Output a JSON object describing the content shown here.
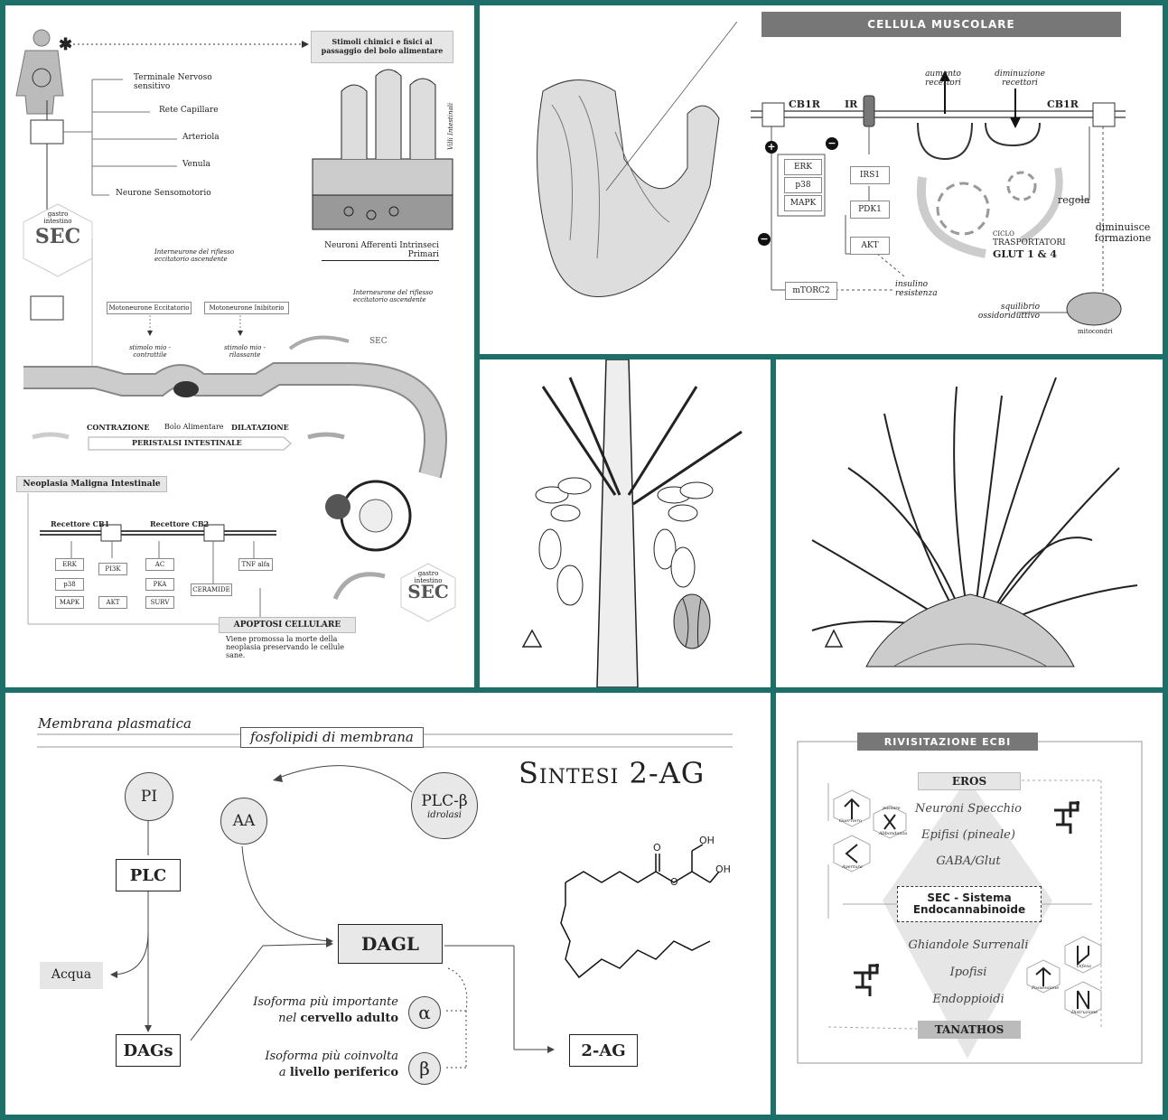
{
  "digestive": {
    "stimuli": "Stimoli chimici e fisici al passaggio del bolo alimentare",
    "layers": [
      "Terminale Nervoso sensitivo",
      "Rete Capillare",
      "Arteriola",
      "Venula",
      "Neurone Sensomotorio"
    ],
    "villi": "Villi Intestinali",
    "sec_small": "gastro intestino",
    "sec_big": "SEC",
    "neuroni": "Neuroni Afferenti Intrinseci Primari",
    "interneurone_asc": "Interneurone del riflesso eccitatorio ascendente",
    "interneurone_desc": "Interneurone del riflesso eccitatorio ascendente",
    "moto_ecc": "Motoneurone Eccitatorio",
    "moto_inib": "Motoneurone Inibitorio",
    "stimolo_contr": "stimolo mio - contrattile",
    "stimolo_ril": "stimolo mio - rilassante",
    "contrazione": "CONTRAZIONE",
    "bolo": "Bolo Alimentare",
    "dilatazione": "DILATAZIONE",
    "peristalsi": "PERISTALSI INTESTINALE",
    "neoplasia": "Neoplasia Maligna Intestinale",
    "cb1": "Recettore CB1",
    "cb2": "Recettore CB2",
    "col1": [
      "ERK",
      "p38",
      "MAPK"
    ],
    "col2": [
      "PI3K",
      "AKT"
    ],
    "col3": [
      "AC",
      "PKA",
      "SURV"
    ],
    "tnf": "TNF alfa",
    "ceramide": "CERAMIDE",
    "apoptosi": "APOPTOSI CELLULARE",
    "apoptosi_desc": "Viene promossa la morte della neoplasia preservando le cellule sane."
  },
  "muscle": {
    "title": "CELLULA MUSCOLARE",
    "cb1r_left": "CB1R",
    "ir": "IR",
    "cb1r_right": "CB1R",
    "aumento": "aumento recettori",
    "diminuzione": "diminuzione recettori",
    "mapk_stack": [
      "ERK",
      "p38",
      "MAPK"
    ],
    "irs1": "IRS1",
    "pdk1": "PDK1",
    "akt": "AKT",
    "mtorc2": "mTORC2",
    "insulino": "insulino resistenza",
    "regola": "regola",
    "ciclo": "CICLO",
    "trasportatori": "TRASPORTATORI",
    "glut": "GLUT 1 & 4",
    "diminuisce": "diminuisce formazione",
    "squilibrio": "squilibrio ossidoriduttivo",
    "mitocondri": "mitocondri"
  },
  "sintesi": {
    "membrana": "Membrana plasmatica",
    "fosfolipidi": "fosfolipidi di membrana",
    "title": "Sintesi 2-AG",
    "pi": "PI",
    "aa": "AA",
    "plcb": "PLC-β",
    "idrolasi": "idrolasi",
    "plc": "PLC",
    "acqua": "Acqua",
    "dagl": "DAGL",
    "dags": "DAGs",
    "ag2": "2-AG",
    "alpha": "α",
    "beta": "β",
    "iso_a_1": "Isoforma più importante",
    "iso_a_2a": "nel",
    "iso_a_2b": "cervello adulto",
    "iso_b_1": "Isoforma più coinvolta",
    "iso_b_2a": "a",
    "iso_b_2b": "livello periferico",
    "oh1": "OH",
    "oh2": "OH",
    "o1": "O",
    "o2": "O"
  },
  "ecbi": {
    "title": "RIVISITAZIONE ECBI",
    "eros": "EROS",
    "upper": [
      "Neuroni Specchio",
      "Epifisi (pineale)",
      "GABA/Glut"
    ],
    "sec1": "SEC - Sistema",
    "sec2": "Endocannabinoide",
    "lower": [
      "Ghiandole Surrenali",
      "Ipofisi",
      "Endoppioidi"
    ],
    "tanathos": "TANATHOS",
    "rune_up": [
      "Guerriero",
      "passare",
      "Abbondanza",
      "Apertura"
    ],
    "rune_down": [
      "Difesa",
      "Possessione",
      "Distruzione"
    ]
  },
  "colors": {
    "frame": "#1e6f6a",
    "header": "#777777",
    "box": "#e6e6e6"
  }
}
